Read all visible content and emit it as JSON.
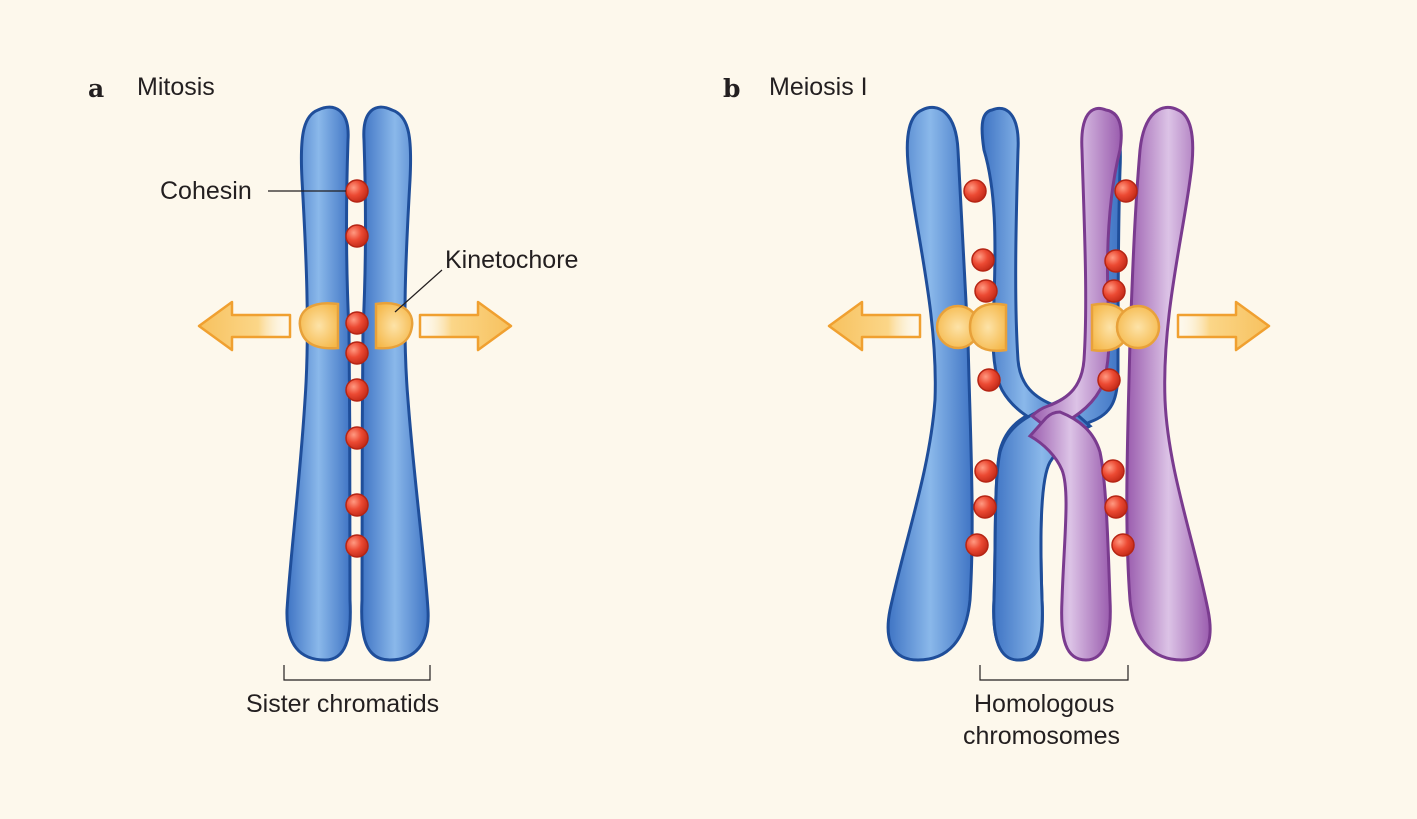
{
  "panels": [
    {
      "letter": "a",
      "title": "Mitosis"
    },
    {
      "letter": "b",
      "title": "Meiosis I"
    }
  ],
  "labels": {
    "cohesin": "Cohesin",
    "kinetochore": "Kinetochore",
    "sister_chromatids": "Sister chromatids",
    "homologous_line1": "Homologous",
    "homologous_line2": "chromosomes"
  },
  "colors": {
    "background": "#fdf8ec",
    "chromosome_blue": "#5a8fd4",
    "chromosome_blue_outline": "#1f4e9a",
    "chromosome_purple": "#b07ec1",
    "chromosome_purple_outline": "#7a3b8f",
    "cohesin_red": "#e8452f",
    "kinetochore_orange": "#f7c15e",
    "arrow_orange": "#f5a623"
  }
}
